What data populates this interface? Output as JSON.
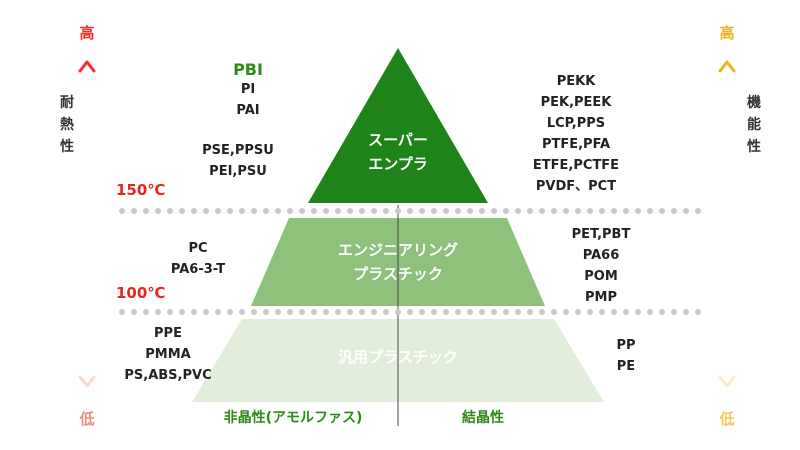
{
  "colors": {
    "heat_axis": "#ff2a2a",
    "function_axis": "#f2b01e",
    "tier_super": "#1e841a",
    "tier_eng": "#8ec27c",
    "tier_general": "#e2eedb",
    "accent_green": "#2e8b16",
    "temp_red": "#e8261c"
  },
  "left_axis": {
    "top": "高",
    "bottom": "低",
    "label_chars": [
      "耐",
      "熱",
      "性"
    ]
  },
  "right_axis": {
    "top": "高",
    "bottom": "低",
    "label_chars": [
      "機",
      "能",
      "性"
    ]
  },
  "tiers": {
    "super": {
      "line1": "スーパー",
      "line2": "エンプラ"
    },
    "engineering": {
      "line1": "エンジニアリング",
      "line2": "プラスチック"
    },
    "general": {
      "line1": "汎用プラスチック"
    }
  },
  "temperatures": {
    "high": "150℃",
    "low": "100℃"
  },
  "amorphous": {
    "super": {
      "highlight": "PBI",
      "items": [
        "PI",
        "PAI",
        "PSE,PPSU",
        "PEI,PSU"
      ]
    },
    "engineering": [
      "PC",
      "PA6-3-T"
    ],
    "general": [
      "PPE",
      "PMMA",
      "PS,ABS,PVC"
    ]
  },
  "crystalline": {
    "super": [
      "PEKK",
      "PEK,PEEK",
      "LCP,PPS",
      "PTFE,PFA",
      "ETFE,PCTFE",
      "PVDF、PCT"
    ],
    "engineering": [
      "PET,PBT",
      "PA66",
      "POM",
      "PMP"
    ],
    "general": [
      "PP",
      "PE"
    ]
  },
  "bottom": {
    "left": "非晶性(アモルファス)",
    "right": "結晶性"
  }
}
